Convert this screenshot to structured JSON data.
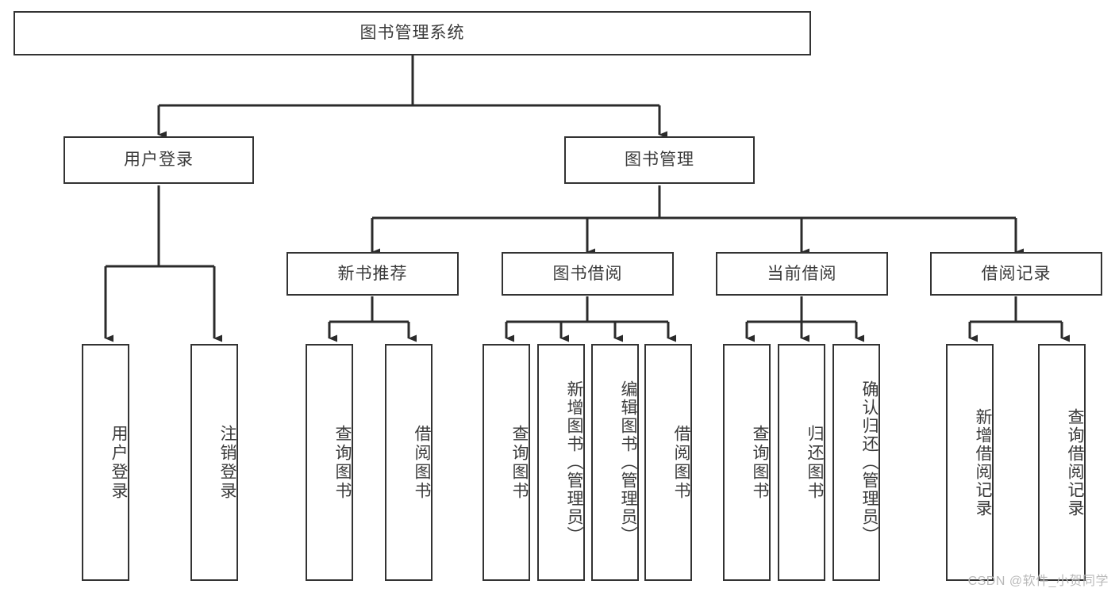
{
  "diagram": {
    "title": "图书管理系统",
    "type": "tree-hierarchy-chart",
    "watermark": "CSDN @软件_小贺同学",
    "colors": {
      "box_border": "#333333",
      "box_fill": "#ffffff",
      "text": "#3b3b3b",
      "connector": "#2b2b2b",
      "watermark": "#b9b9b9"
    },
    "root": {
      "label": "图书管理系统"
    },
    "level2": [
      {
        "id": "user-login",
        "label": "用户登录"
      },
      {
        "id": "book-management",
        "label": "图书管理"
      }
    ],
    "level3": [
      {
        "id": "new-book-recommend",
        "label": "新书推荐",
        "parent": "book-management"
      },
      {
        "id": "book-borrow",
        "label": "图书借阅",
        "parent": "book-management"
      },
      {
        "id": "current-borrow",
        "label": "当前借阅",
        "parent": "book-management"
      },
      {
        "id": "borrow-record",
        "label": "借阅记录",
        "parent": "book-management"
      }
    ],
    "leaves": {
      "user-login": [
        {
          "id": "leaf-user-login",
          "label": "用户登录"
        },
        {
          "id": "leaf-logout",
          "label": "注销登录"
        }
      ],
      "new-book-recommend": [
        {
          "id": "leaf-query-book-1",
          "label": "查询图书"
        },
        {
          "id": "leaf-borrow-book-1",
          "label": "借阅图书"
        }
      ],
      "book-borrow": [
        {
          "id": "leaf-query-book-2",
          "label": "查询图书"
        },
        {
          "id": "leaf-add-book",
          "label": "新增图书（管理员）"
        },
        {
          "id": "leaf-edit-book",
          "label": "编辑图书（管理员）"
        },
        {
          "id": "leaf-borrow-book-2",
          "label": "借阅图书"
        }
      ],
      "current-borrow": [
        {
          "id": "leaf-query-book-3",
          "label": "查询图书"
        },
        {
          "id": "leaf-return-book",
          "label": "归还图书"
        },
        {
          "id": "leaf-confirm-return",
          "label": "确认归还（管理员）"
        }
      ],
      "borrow-record": [
        {
          "id": "leaf-add-record",
          "label": "新增借阅记录"
        },
        {
          "id": "leaf-query-record",
          "label": "查询借阅记录"
        }
      ]
    }
  }
}
